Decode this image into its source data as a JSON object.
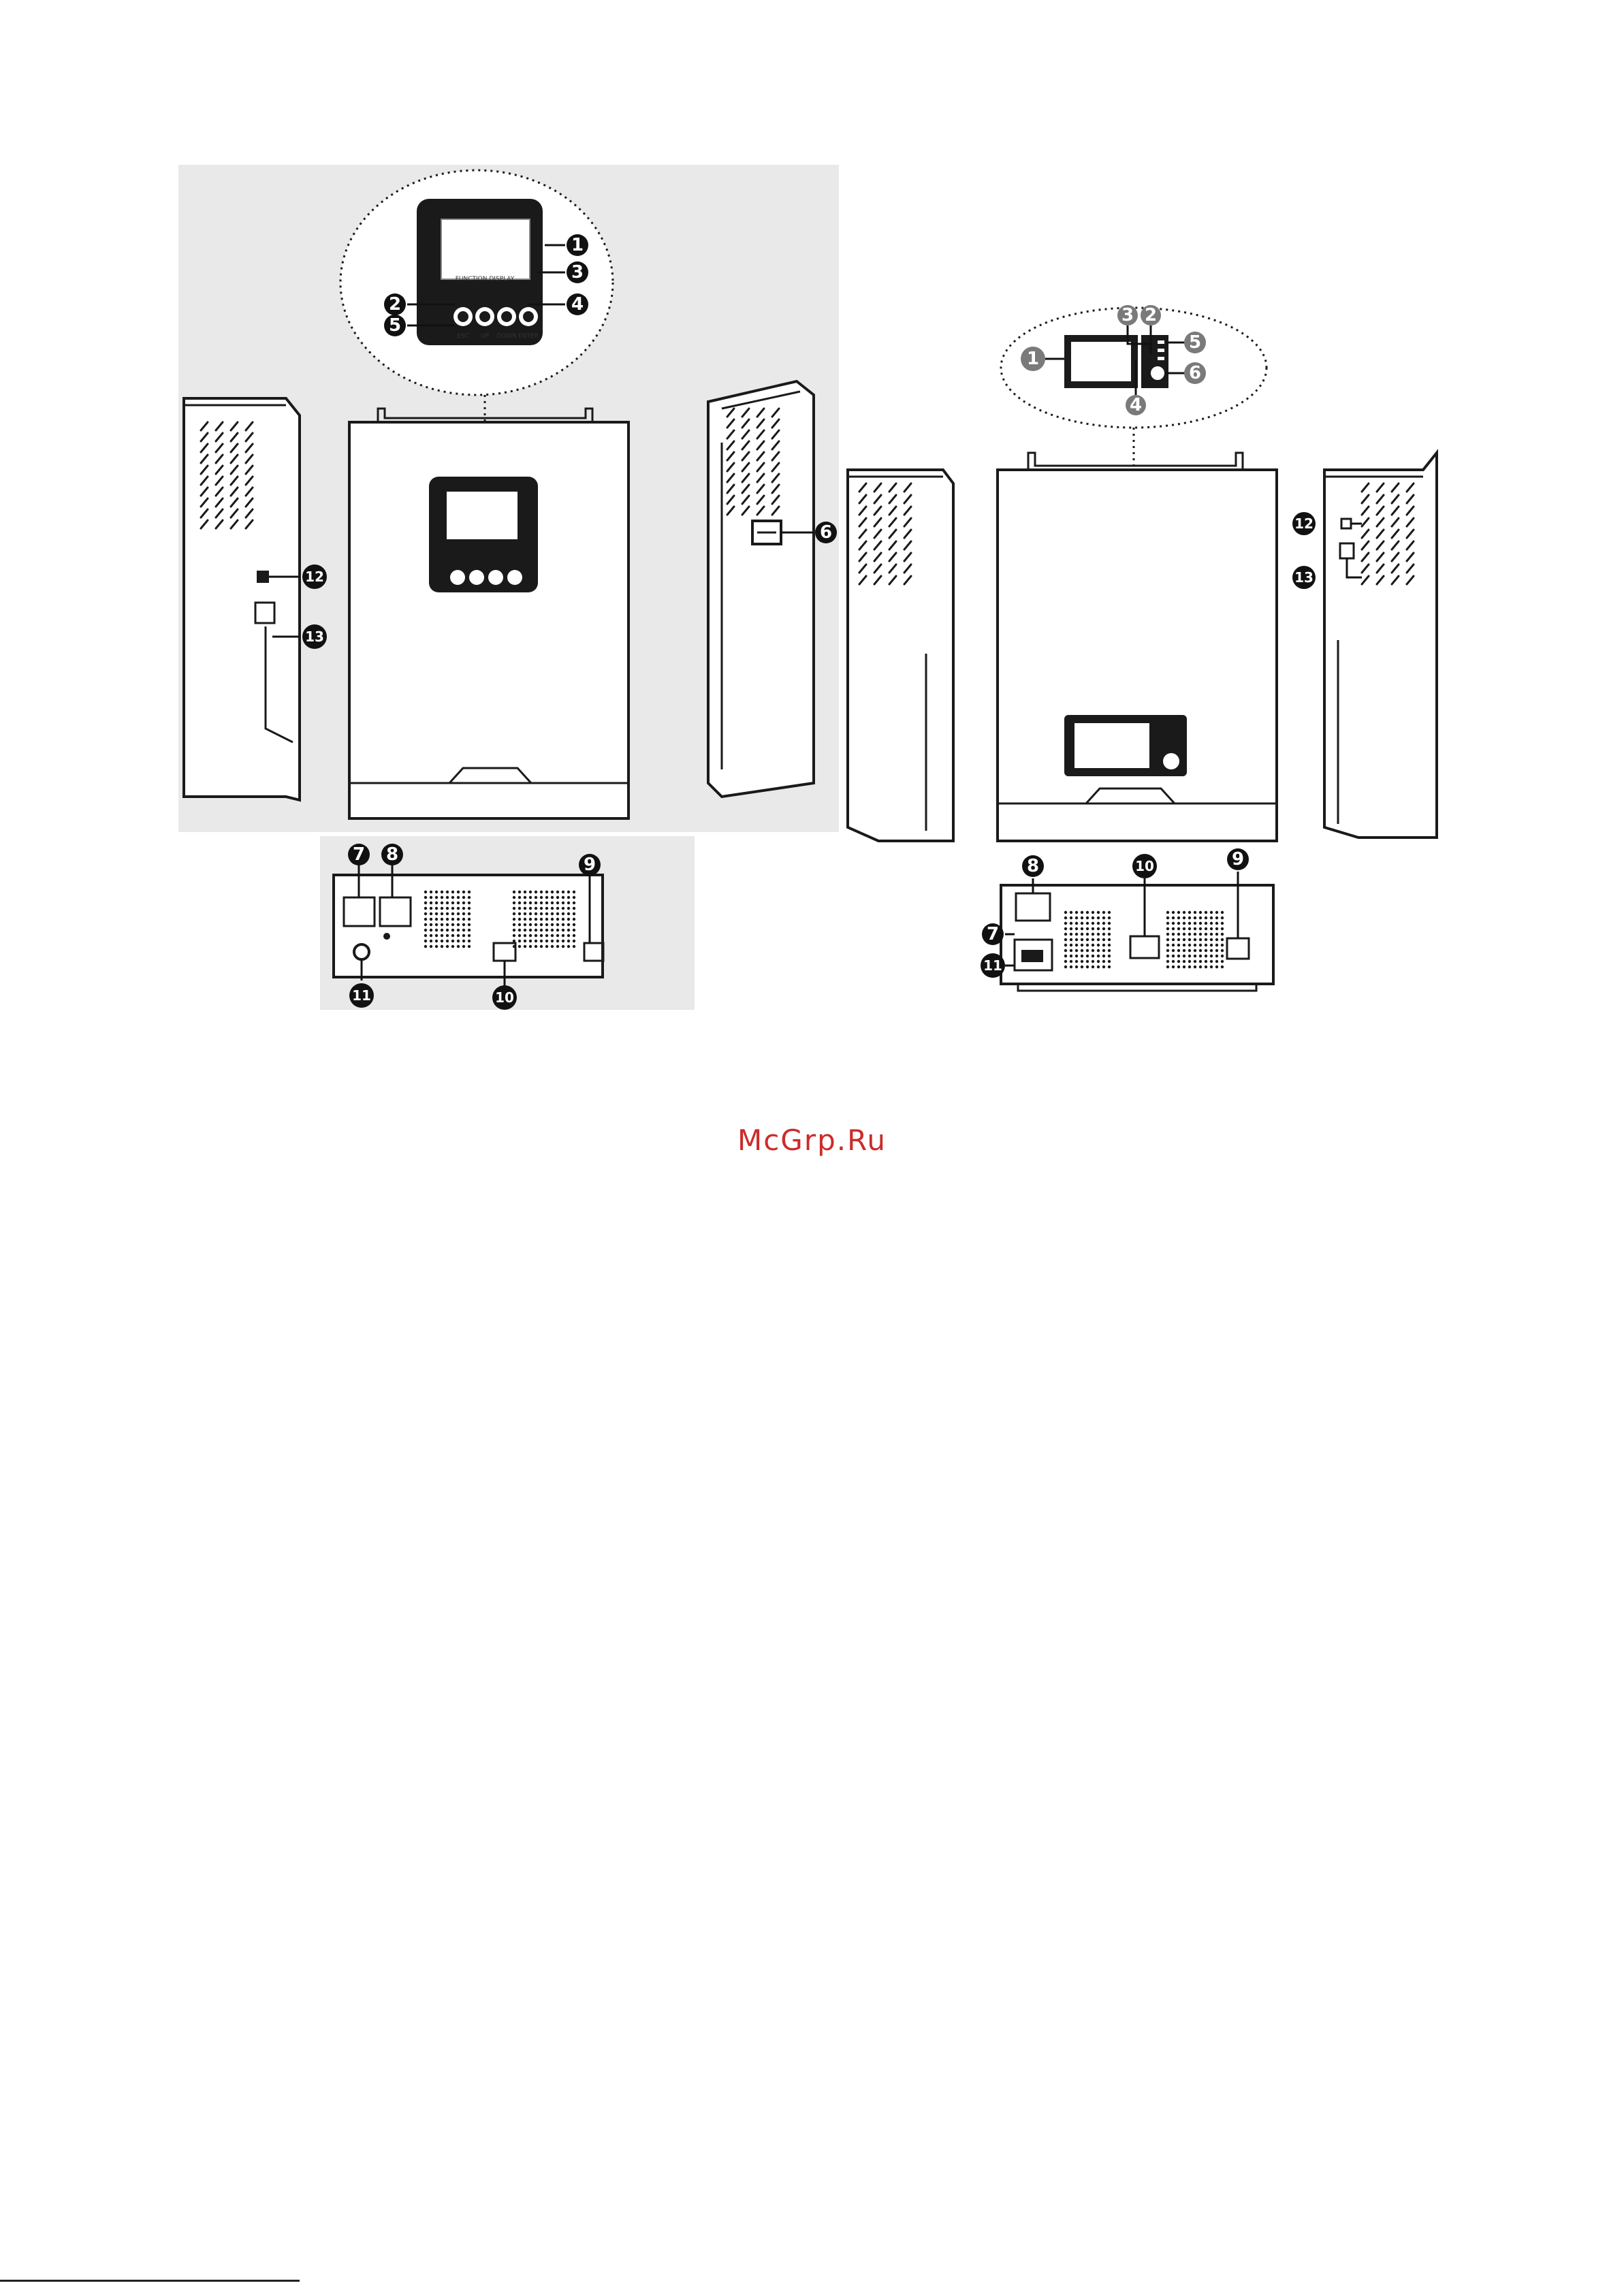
{
  "watermark": {
    "text": "McGrp.Ru",
    "color": "#cc2b2b"
  },
  "callouts": {
    "left": [
      "1",
      "2",
      "3",
      "4",
      "5",
      "6",
      "7",
      "8",
      "9",
      "10",
      "11",
      "12",
      "13"
    ],
    "right": [
      "1",
      "2",
      "3",
      "4",
      "5",
      "6",
      "7",
      "8",
      "9",
      "10",
      "11",
      "12",
      "13"
    ]
  },
  "panel_texts": {
    "left_display_header": "FUNCTION DISPLAY",
    "left_buttons": [
      "ESC",
      "UP",
      "DOWN",
      "ENTER"
    ]
  }
}
